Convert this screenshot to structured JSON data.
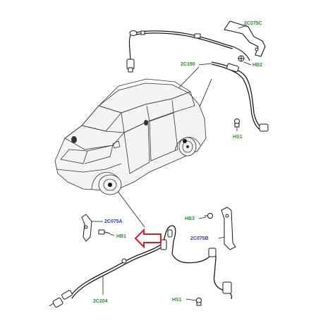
{
  "colors": {
    "label_green": "#2e8b2e",
    "label_blue": "#2a3fb0",
    "arrow_red": "#d62020",
    "line": "#1a1a1a"
  },
  "labels": {
    "top_bracket": "2C075C",
    "top_cable": "2C190",
    "top_bolt": "HB2",
    "top_clip": "HS1",
    "bottom_left_bracket": "2C075A",
    "bottom_left_bolt": "HB1",
    "bottom_right_bolt": "HB3",
    "bottom_right_bracket": "2C075B",
    "bottom_cable": "2C204",
    "bottom_clip": "HS1"
  },
  "icons": {
    "callout_arrow": "red-outline-left-arrow"
  }
}
